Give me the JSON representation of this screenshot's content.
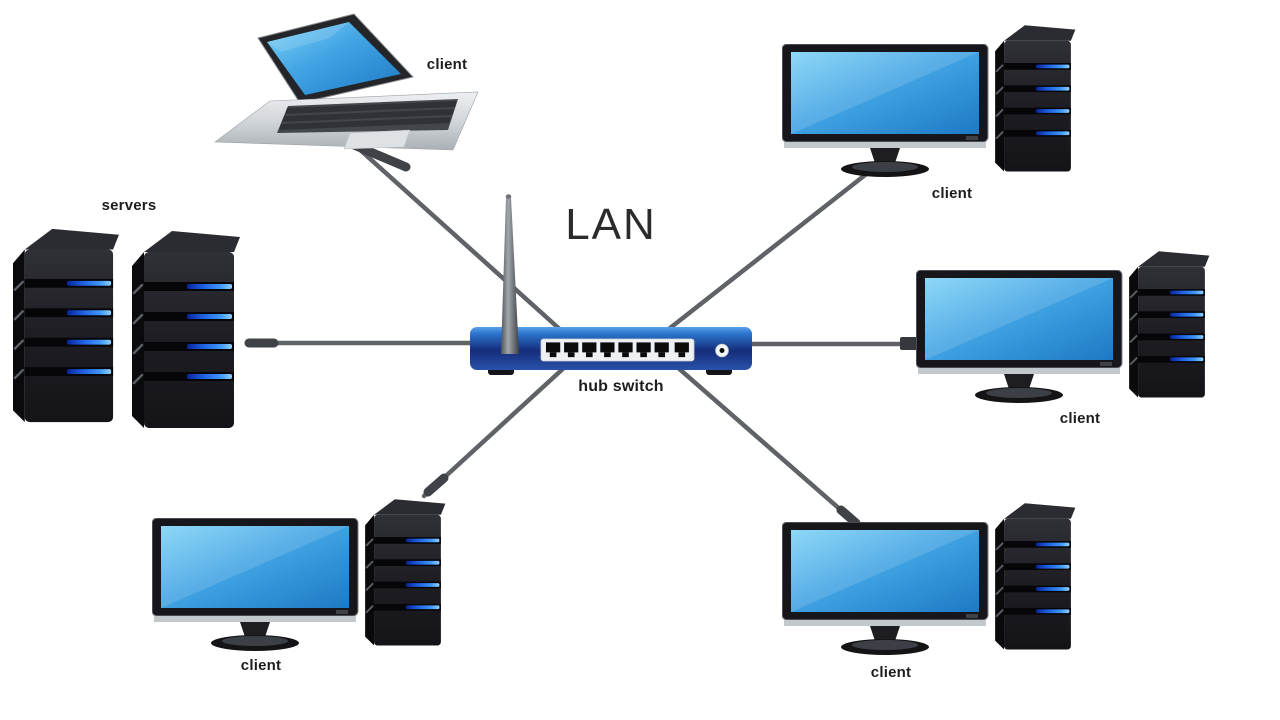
{
  "diagram": {
    "title": "LAN",
    "topology": "star"
  },
  "nodes": {
    "hub": {
      "label": "hub switch",
      "type": "hub-switch",
      "ports": 8
    },
    "servers": {
      "label": "servers",
      "type": "server-towers",
      "count": 2
    },
    "laptop_client": {
      "label": "client",
      "type": "laptop"
    },
    "client_top_right": {
      "label": "client",
      "type": "desktop-pc"
    },
    "client_middle_right": {
      "label": "client",
      "type": "desktop-pc"
    },
    "client_bottom_right": {
      "label": "client",
      "type": "desktop-pc"
    },
    "client_bottom_left": {
      "label": "client",
      "type": "desktop-pc"
    }
  },
  "connections": [
    {
      "from": "servers",
      "to": "hub"
    },
    {
      "from": "laptop_client",
      "to": "hub"
    },
    {
      "from": "client_top_right",
      "to": "hub"
    },
    {
      "from": "client_middle_right",
      "to": "hub"
    },
    {
      "from": "client_bottom_right",
      "to": "hub"
    },
    {
      "from": "client_bottom_left",
      "to": "hub"
    }
  ],
  "colors": {
    "background": "#ffffff",
    "cable": "#5f6367",
    "cable_plug": "#3f4246",
    "hub_blue_light": "#3b86dc",
    "hub_blue_dark": "#152d7a",
    "screen_blue_light": "#6fc9f2",
    "screen_blue_dark": "#1d79c4",
    "led_blue": "#2f7ff0",
    "tower_black": "#1b1b20",
    "label_text": "#1d1d1f"
  }
}
